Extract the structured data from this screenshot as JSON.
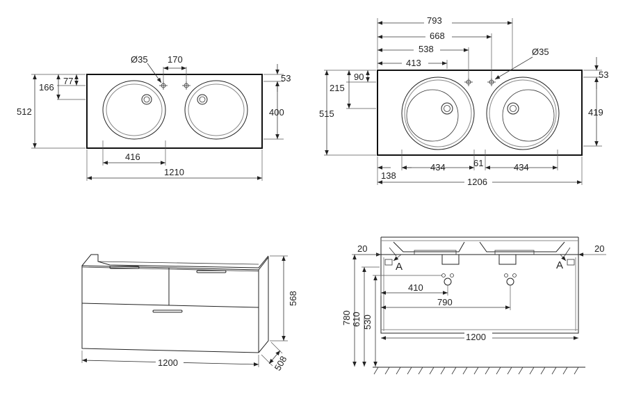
{
  "views": {
    "top_left": {
      "dia_label": "Ø35",
      "dims": {
        "d170": "170",
        "d77": "77",
        "d166": "166",
        "d512": "512",
        "d53": "53",
        "d400": "400",
        "d416": "416",
        "d1210": "1210"
      }
    },
    "top_right": {
      "dia_label": "Ø35",
      "dims": {
        "d793": "793",
        "d668": "668",
        "d538": "538",
        "d413": "413",
        "d90": "90",
        "d215": "215",
        "d515": "515",
        "d53": "53",
        "d419": "419",
        "d61": "61",
        "d434a": "434",
        "d434b": "434",
        "d138": "138",
        "d1206": "1206"
      }
    },
    "cabinet": {
      "dims": {
        "d568": "568",
        "d1200": "1200",
        "d508": "508"
      }
    },
    "section": {
      "section_marks": {
        "left": "A",
        "right": "A"
      },
      "dims": {
        "d20a": "20",
        "d20b": "20",
        "d410": "410",
        "d790": "790",
        "d780": "780",
        "d610": "610",
        "d530": "530",
        "d1200": "1200"
      }
    }
  }
}
